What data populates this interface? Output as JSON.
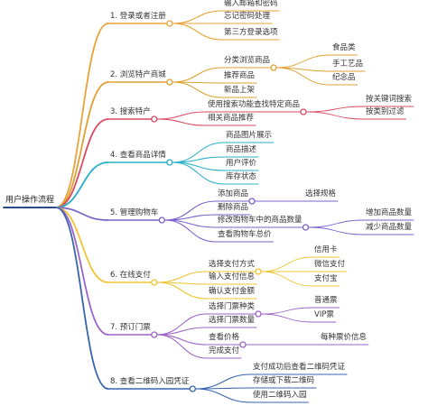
{
  "root": {
    "label": "用户操作流程"
  },
  "branches": [
    {
      "id": "b1",
      "label": "1. 登录或者注册",
      "color": "#e8a33a",
      "children": [
        {
          "label": "输入邮箱和密码"
        },
        {
          "label": "忘记密码处理"
        },
        {
          "label": "第三方登录选项"
        }
      ]
    },
    {
      "id": "b2",
      "label": "2. 浏览特产商城",
      "color": "#e0a030",
      "children": [
        {
          "label": "分类浏览商品",
          "children": [
            {
              "label": "食品类"
            },
            {
              "label": "手工艺品"
            },
            {
              "label": "纪念品"
            }
          ]
        },
        {
          "label": "推荐商品"
        },
        {
          "label": "新品上架"
        }
      ]
    },
    {
      "id": "b3",
      "label": "3. 搜索特产",
      "color": "#d94a64",
      "children": [
        {
          "label": "使用搜索功能查找特定商品",
          "children": [
            {
              "label": "按关键词搜索"
            },
            {
              "label": "按类别过滤"
            }
          ]
        },
        {
          "label": "相关商品推荐"
        }
      ]
    },
    {
      "id": "b4",
      "label": "4. 查看商品详情",
      "color": "#2ab0c8",
      "children": [
        {
          "label": "商品图片展示"
        },
        {
          "label": "商品描述"
        },
        {
          "label": "用户评价"
        },
        {
          "label": "库存状态"
        }
      ]
    },
    {
      "id": "b5",
      "label": "5. 管理购物车",
      "color": "#7b62c9",
      "children": [
        {
          "label": "添加商品",
          "children": [
            {
              "label": "选择规格"
            }
          ]
        },
        {
          "label": "删除商品"
        },
        {
          "label": "修改购物车中的商品数量",
          "children": [
            {
              "label": "增加商品数量"
            },
            {
              "label": "减少商品数量"
            }
          ]
        },
        {
          "label": "查看购物车总价"
        }
      ]
    },
    {
      "id": "b6",
      "label": "6. 在线支付",
      "color": "#f0c430",
      "children": [
        {
          "label": "选择支付方式",
          "children": [
            {
              "label": "信用卡"
            },
            {
              "label": "微信支付"
            },
            {
              "label": "支付宝"
            }
          ]
        },
        {
          "label": "输入支付信息"
        },
        {
          "label": "确认支付金额"
        }
      ]
    },
    {
      "id": "b7",
      "label": "7. 预订门票",
      "color": "#9c63c8",
      "children": [
        {
          "label": "选择门票种类",
          "children": [
            {
              "label": "普通票"
            },
            {
              "label": "VIP票"
            }
          ]
        },
        {
          "label": "选择门票数量"
        },
        {
          "label": "查看价格",
          "children": [
            {
              "label": "每种票价信息"
            }
          ]
        },
        {
          "label": "完成支付"
        }
      ]
    },
    {
      "id": "b8",
      "label": "8. 查看二维码入园凭证",
      "color": "#3a64b0",
      "children": [
        {
          "label": "支付成功后查看二维码凭证"
        },
        {
          "label": "存储或下载二维码"
        },
        {
          "label": "使用二维码入园"
        }
      ]
    }
  ]
}
